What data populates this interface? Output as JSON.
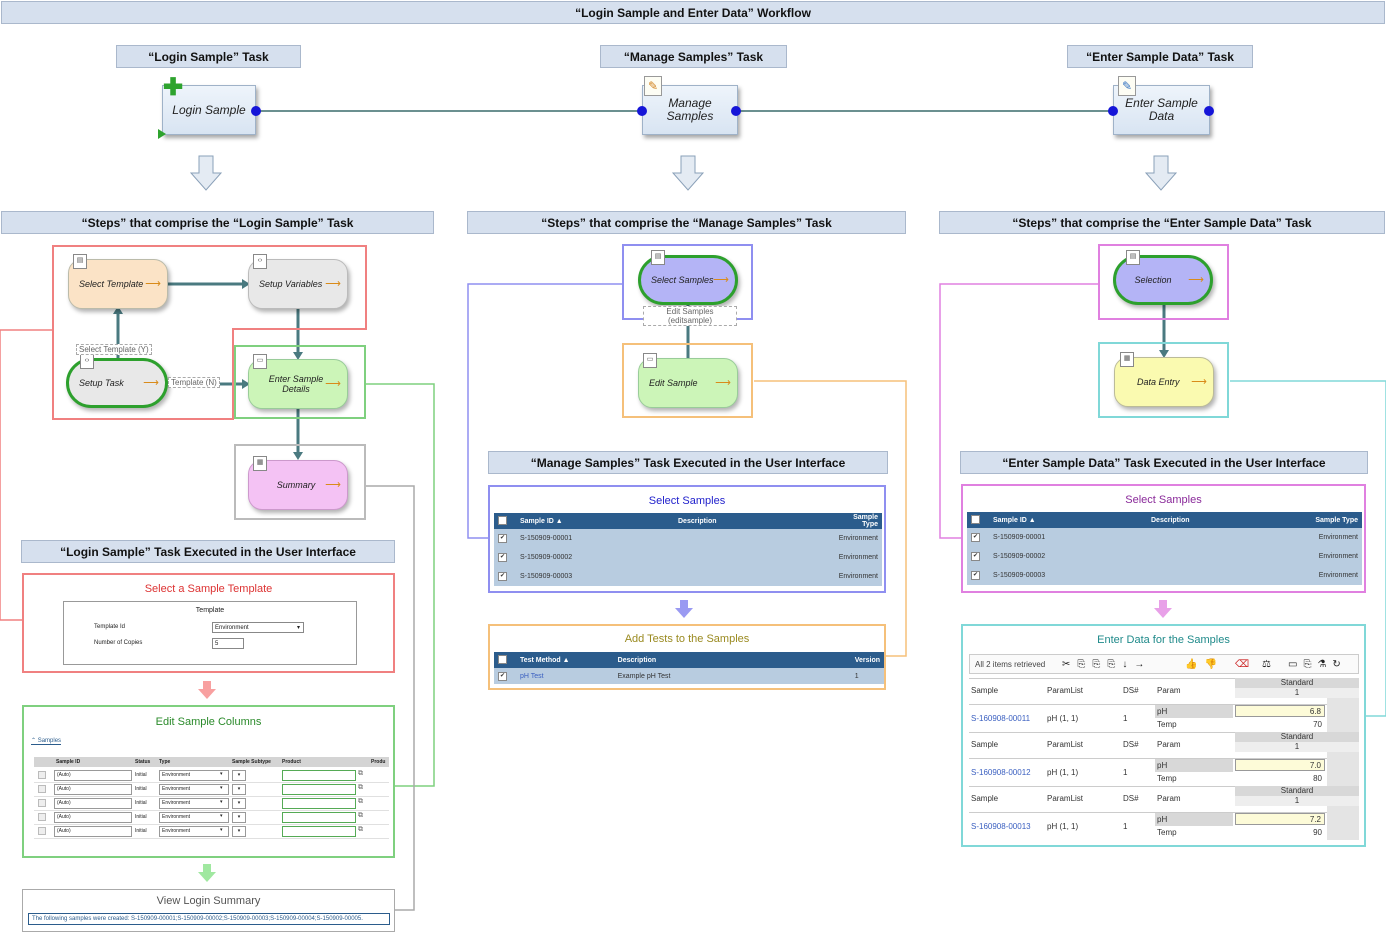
{
  "workflow_title": "“Login Sample and Enter Data” Workflow",
  "tasks": [
    {
      "header": "“Login Sample” Task",
      "box": "Login Sample"
    },
    {
      "header": "“Manage Samples” Task",
      "box": "Manage Samples"
    },
    {
      "header": "“Enter Sample Data” Task",
      "box": "Enter Sample Data"
    }
  ],
  "steps_headers": [
    "“Steps” that comprise the “Login Sample” Task",
    "“Steps” that comprise the “Manage Samples” Task",
    "“Steps” that comprise the “Enter Sample Data” Task"
  ],
  "login_steps": {
    "select_template": "Select Template",
    "setup_variables": "Setup Variables",
    "setup_task": "Setup Task",
    "enter_sample_details": "Enter Sample Details",
    "summary": "Summary",
    "edge_select_template_y": "Select Template (Y)",
    "edge_template_n": "Template (N)"
  },
  "manage_steps": {
    "select_samples": "Select Samples",
    "edit_sample": "Edit Sample",
    "edge_label": "Edit Samples (editsample)"
  },
  "enter_steps": {
    "selection": "Selection",
    "data_entry": "Data Entry"
  },
  "ui_headers": [
    "“Login Sample” Task Executed in the User Interface",
    "“Manage Samples” Task Executed in the User Interface",
    "“Enter Sample Data” Task Executed in the User Interface"
  ],
  "login_ui": {
    "select_template_title": "Select a Sample Template",
    "template_label": "Template",
    "template_id_label": "Template Id",
    "template_id_value": "Environment",
    "copies_label": "Number of Copies",
    "copies_value": "5",
    "edit_columns_title": "Edit Sample Columns",
    "samples_tab": "Samples",
    "columns": [
      "Sample ID",
      "Status",
      "Type",
      "Sample Subtype",
      "Product",
      "Produ"
    ],
    "rows": [
      {
        "id": "(Auto)",
        "status": "Initial",
        "type": "Environment"
      },
      {
        "id": "(Auto)",
        "status": "Initial",
        "type": "Environment"
      },
      {
        "id": "(Auto)",
        "status": "Initial",
        "type": "Environment"
      },
      {
        "id": "(Auto)",
        "status": "Initial",
        "type": "Environment"
      },
      {
        "id": "(Auto)",
        "status": "Initial",
        "type": "Environment"
      }
    ],
    "summary_title": "View Login Summary",
    "summary_text": "The following samples were created: S-150909-00001;S-150909-00002;S-150909-00003;S-150909-00004;S-150909-00005."
  },
  "manage_ui": {
    "select_title": "Select Samples",
    "columns": [
      "Sample ID ▲",
      "Description",
      "Sample Type"
    ],
    "rows": [
      {
        "id": "S-150909-00001",
        "desc": "",
        "type": "Environment"
      },
      {
        "id": "S-150909-00002",
        "desc": "",
        "type": "Environment"
      },
      {
        "id": "S-150909-00003",
        "desc": "",
        "type": "Environment"
      }
    ],
    "add_tests_title": "Add Tests to the Samples",
    "test_columns": [
      "Test Method ▲",
      "Description",
      "Version"
    ],
    "test_rows": [
      {
        "method": "pH Test",
        "desc": "Example pH Test",
        "version": "1"
      }
    ]
  },
  "enter_ui": {
    "select_title": "Select Samples",
    "columns": [
      "Sample ID ▲",
      "Description",
      "Sample Type"
    ],
    "rows": [
      {
        "id": "S-150909-00001",
        "desc": "",
        "type": "Environment"
      },
      {
        "id": "S-150909-00002",
        "desc": "",
        "type": "Environment"
      },
      {
        "id": "S-150909-00003",
        "desc": "",
        "type": "Environment"
      }
    ],
    "data_title": "Enter Data for the Samples",
    "retrieved": "All 2 items retrieved",
    "grid_labels": {
      "sample": "Sample",
      "paramlist": "ParamList",
      "ds": "DS#",
      "param": "Param",
      "standard": "Standard",
      "one": "1"
    },
    "samples": [
      {
        "id": "S-160908-00011",
        "paramlist": "pH (1, 1)",
        "ds": "1",
        "ph": "6.8",
        "temp": "70"
      },
      {
        "id": "S-160908-00012",
        "paramlist": "pH (1, 1)",
        "ds": "1",
        "ph": "7.0",
        "temp": "80"
      },
      {
        "id": "S-160908-00013",
        "paramlist": "pH (1, 1)",
        "ds": "1",
        "ph": "7.2",
        "temp": "90"
      }
    ],
    "ph_label": "pH",
    "temp_label": "Temp"
  },
  "colors": {
    "header_bg": "#d6e0ee",
    "link_red": "#f08080",
    "link_green": "#7fd07f",
    "link_purple": "#8f8ff0",
    "link_orange": "#f5c07a",
    "link_magenta": "#e080e0",
    "link_cyan": "#80d8d8"
  }
}
